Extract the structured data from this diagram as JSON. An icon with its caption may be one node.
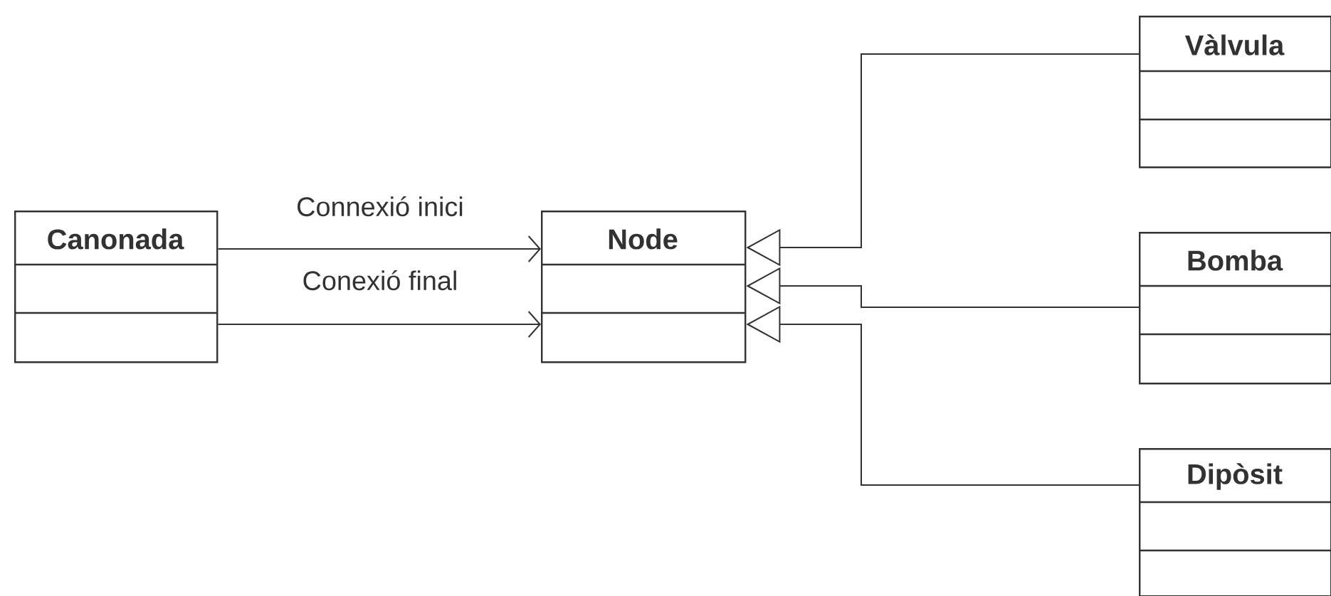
{
  "diagram": {
    "nodes": [
      {
        "text": [
          "Canonada"
        ]
      },
      {
        "text": [
          "Node"
        ]
      },
      {
        "text": [
          "Vàlvula"
        ]
      },
      {
        "text": [
          "Bomba"
        ]
      },
      {
        "text": [
          "Dipòsit"
        ]
      }
    ],
    "edges": [
      {
        "from": 0,
        "to": 1,
        "arrow": "to",
        "label": "Connexió inici"
      },
      {
        "from": 0,
        "to": 1,
        "arrow": "to",
        "label": "Conexió final"
      },
      {
        "from": 2,
        "to": 1,
        "arrow": "to"
      },
      {
        "from": 3,
        "to": 1,
        "arrow": "to"
      },
      {
        "from": 4,
        "to": 1,
        "arrow": "to"
      }
    ]
  }
}
